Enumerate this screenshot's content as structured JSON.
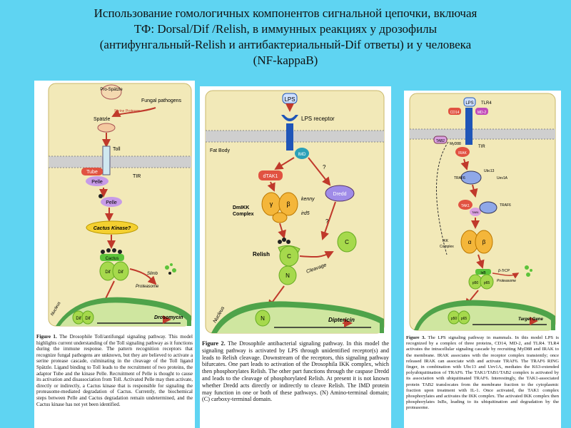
{
  "title": {
    "lines": [
      "Использование гомологичных компонентов сигнальной цепочки, включая",
      "ТФ: Dorsal/Dif /Relish, в иммунных реакциях у дрозофилы",
      "(антифунгальный-Relish и антибактериальный-Dif ответы) и у человека",
      "(NF-kappaB)"
    ]
  },
  "figure1": {
    "labels": {
      "prospatzle": "Pro-Spätzle",
      "fungal": "Fungal pathogens",
      "serine": "Serine Protease",
      "spatzle": "Spätzle",
      "toll": "Toll",
      "tube": "Tube",
      "pelle": "Pelle",
      "tir": "TIR",
      "pelle2": "Pelle",
      "cactus_kinase": "Cactus Kinase?",
      "cactus": "Cactus",
      "dif": "Dif",
      "dif2": "Dif",
      "slimb": "Slimb",
      "proteasome": "Proteasome",
      "nucleus": "Nucleus",
      "ndif1": "Dif",
      "ndif2": "Dif",
      "drosomycin": "Drosomycin"
    },
    "caption_label": "Figure 1.",
    "caption_text": "The Drosophile Toll/antifungal signaling pathway. This model highlights current understanding of the Toll signaling pathway as it functions during the immune response. The pattern recognition receptors that recognize fungal pathogens are unknown, but they are believed to activate a serine protease cascade, culminating in the cleavage of the Toll ligand Spätzle. Ligand binding to Toll leads to the recruitment of two proteins, the adaptor Tube and the kinase Pelle. Recruitment of Pelle is thought to cause its activation and disassociation from Toll. Activated Pelle may then activate, directly or indirectly, a Cactus kinase that is responsible for signaling the proteasome-mediated degradation of Cactus. Currently, the biochemical steps between Pelle and Cactus degradation remain undetermined, and the Cactus kinase has not yet been identified."
  },
  "figure2": {
    "labels": {
      "lps": "LPS",
      "receptor": "LPS receptor",
      "fatbody": "Fat Body",
      "imd": "IMD",
      "dtak1": "dTAK1",
      "q1": "?",
      "dmikk": "DmIKK",
      "complex": "Complex",
      "kenny": "kenny",
      "ird5": "ird5",
      "dredd": "Dredd",
      "q2": "?",
      "relish": "Relish",
      "c1": "C",
      "n1": "N",
      "c2": "C",
      "cleavage": "Cleavage",
      "nucleus": "Nucleus",
      "n2": "N",
      "diptericin": "Diptericin"
    },
    "caption_label": "Figure 2.",
    "caption_text": "The Drosophile antibacterial signaling pathway. In this model the signaling pathway is activated by LPS through unidentified receptor(s) and leads to Relish cleavage. Downstream of the receptors, this signaling pathway bifurcates. One part leads to activation of the Drosophila IKK complex, which then phosphorylates Relish. The other part functions through the caspase Dredd and leads to the cleavage of phosphorylated Relish. At present it is not known whether Dredd acts directly or indirectly to cleave Relish. The IMD protein may function in one or both of these pathways. (N) Amino-terminal domain; (C) carboxy-terminal domain."
  },
  "figure3": {
    "labels": {
      "lps": "LPS",
      "tlr4": "TLR4",
      "cd14": "CD14",
      "md2": "MD-2",
      "tab2": "TAB2",
      "myd88": "MyD88",
      "tir": "TIR",
      "irak": "IRAK",
      "traf6": "TRAF6",
      "ubc13": "Ubc13",
      "uev1a": "Uev1A",
      "tak1": "TAK1",
      "tab1": "TAB1",
      "traf6b": "TRAF6",
      "ikk": "IKK",
      "complex": "Complex",
      "ikb": "IκB",
      "btrcp": "β-TrCP",
      "proteasome": "Proteasome",
      "p50": "p50",
      "p65": "p65",
      "p50b": "p50",
      "p65b": "p65",
      "target": "Target Gene"
    },
    "caption_label": "Figure 3.",
    "caption_text": "The LPS signaling pathway in mammals. In this model LPS is recognized by a complex of three proteins, CD14, MD-2, and TLR4. TLR4 activates the intracellular signaling cascade by recruiting MyD88 and IRAK to the membrane. IRAK associates with the receptor complex transiently; once released IRAK can associate with and activate TRAF6. The TRAF6 RING finger, in combination with Ubc13 and Uev1A, mediates the K63-extended polyubiquitination of TRAF6. The TAK1/TAB1/TAB2 complex is activated by its association with ubiquitinated TRAF6. Interestingly, the TAK1-associated protein TAB2 translocates from the membrane fraction to the cytoplasmic fraction upon treatment with IL-1. Once activated, the TAK1 complex phosphorylates and activates the IKK complex. The activated IKK complex then phosphorylates IκBs, leading to its ubiquitination and degradation by the proteasome."
  },
  "colors": {
    "background": "#5fd4f2",
    "membrane": "#c8c8c8",
    "green": "#a6d94c",
    "orange": "#f08a2a",
    "red": "#d94a3a",
    "purple": "#b88be0",
    "blue": "#1f55b8"
  }
}
